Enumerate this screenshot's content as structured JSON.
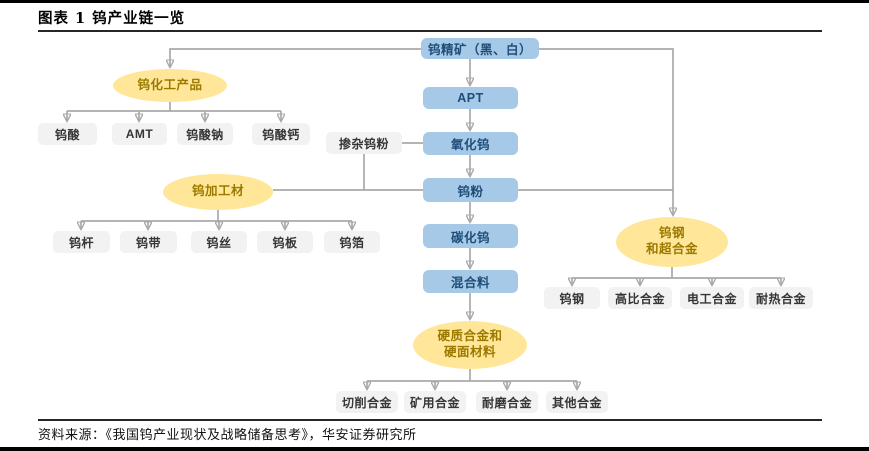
{
  "figure": {
    "title": "图表 1 钨产业链一览",
    "source": "资料来源：《我国钨产业现状及战略储备思考》，华安证券研究所"
  },
  "chain": {
    "concentrate": "钨精矿（黑、白）",
    "apt": "APT",
    "oxide": "氧化钨",
    "powder": "钨粉",
    "carbide": "碳化钨",
    "mixture": "混合料",
    "doped_powder": "掺杂钨粉"
  },
  "groups": {
    "chem": {
      "label": "钨化工产品",
      "children": [
        "钨酸",
        "AMT",
        "钨酸钠",
        "钨酸钙"
      ]
    },
    "processed": {
      "label": "钨加工材",
      "children": [
        "钨杆",
        "钨带",
        "钨丝",
        "钨板",
        "钨箔"
      ]
    },
    "steel": {
      "line1": "钨钢",
      "line2": "和超合金",
      "children": [
        "钨钢",
        "高比合金",
        "电工合金",
        "耐热合金"
      ]
    },
    "hard": {
      "line1": "硬质合金和",
      "line2": "硬面材料",
      "children": [
        "切削合金",
        "矿用合金",
        "耐磨合金",
        "其他合金"
      ]
    }
  },
  "colors": {
    "process_box_fill": "#A6C9E8",
    "process_box_text": "#1F4E79",
    "group_ellipse_fill": "#FFE699",
    "group_ellipse_text": "#9C7A00",
    "product_box_fill": "#F2F2F2",
    "product_box_text": "#363636",
    "connector_line": "#A9A9A9",
    "rule_line": "#000000"
  }
}
